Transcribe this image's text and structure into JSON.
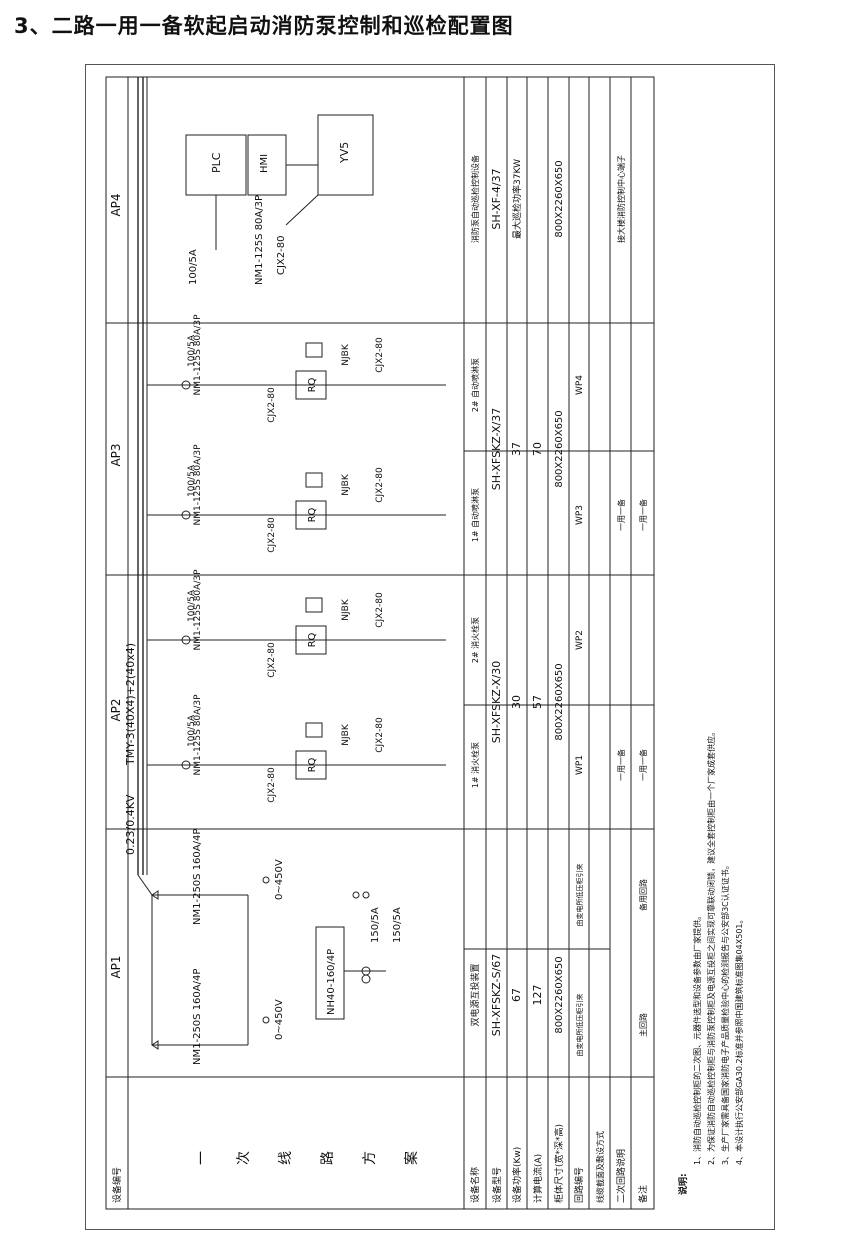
{
  "title": "3、二路一用一备软起启动消防泵控制和巡检配置图",
  "sections": [
    "AP1",
    "AP2",
    "AP3",
    "AP4"
  ],
  "busbar": {
    "voltage": "0.23/0.4KV",
    "spec": "TMY-3(40X4)+2(40x4)"
  },
  "row_headers": {
    "device_no": "设备编号",
    "scheme_chars": [
      "一",
      "次",
      "线",
      "路",
      "方",
      "案"
    ],
    "name": "设备名称",
    "model": "设备型号",
    "power": "设备功率(Kw)",
    "current": "计算电流(A)",
    "cabinet": "柜体尺寸(宽*深*高)",
    "circuit": "回路编号",
    "cable": "线缆截面及敷设方式",
    "secondary": "二次回路说明",
    "remark": "备注"
  },
  "ap1": {
    "breaker1": "NM1-250S\n160A/4P",
    "breaker2": "NM1-250S\n160A/4P",
    "meter1": "0~450V",
    "meter2": "0~450V",
    "ats": "NH40-160/4P",
    "ct1": "150/5A",
    "ct2": "150/5A",
    "name": "双电源互投装置",
    "model": "SH-XFSKZ-S/67",
    "power": "67",
    "current": "127",
    "cabinet": "800X2260X650",
    "circuit1": "由变电所低压柜引来",
    "circuit2": "由变电所低压柜引来",
    "remark1": "主回路",
    "remark2": "备用回路"
  },
  "pump_common": {
    "breaker": "NM1-125S\n80A/3P",
    "ct": "100/5A",
    "contactor": "CJX2-80",
    "softstarter": "RQ",
    "thermal": "NJBK",
    "secondary": "一用一备"
  },
  "ap2": {
    "name1": "1# 消火栓泵",
    "name2": "2# 消火栓泵",
    "model": "SH-XFSKZ-X/30",
    "power": "30",
    "current": "57",
    "cabinet": "800X2260X650",
    "circuit1": "WP1",
    "circuit2": "WP2"
  },
  "ap3": {
    "name1": "1# 自动喷淋泵",
    "name2": "2# 自动喷淋泵",
    "model": "SH-XFSKZ-X/37",
    "power": "37",
    "current": "70",
    "cabinet": "800X2260X650",
    "circuit1": "WP3",
    "circuit2": "WP4"
  },
  "ap4": {
    "breaker": "NM1-125S\n80A/3P",
    "ct": "100/5A",
    "contactor": "CJX2-80",
    "hmi": "HMI",
    "plc": "PLC",
    "yv": "YV5",
    "name": "消防泵自动巡检控制设备",
    "model": "SH-XF-4/37",
    "power": "最大巡检功率37KW",
    "cabinet": "800X2260X650",
    "remark": "接大楼消防控制中心端子"
  },
  "notes": {
    "heading": "说明:",
    "items": [
      "1、消防自动巡检控制柜的二次图、元器件选型和设备参数由厂家提供。",
      "2、为保证消防自动巡检控制柜与消防泵控制柜及电源互投柜之间实现可靠联动闭锁，建议全套控制柜由一个厂家成套供应。",
      "3、生产厂家需具备国家消防电子产品质量检验中心的检测报告与公安部3C认证证书。",
      "4、本设计执行公安部GA30.2标准并参照中国建筑标准图集04X501。"
    ]
  }
}
